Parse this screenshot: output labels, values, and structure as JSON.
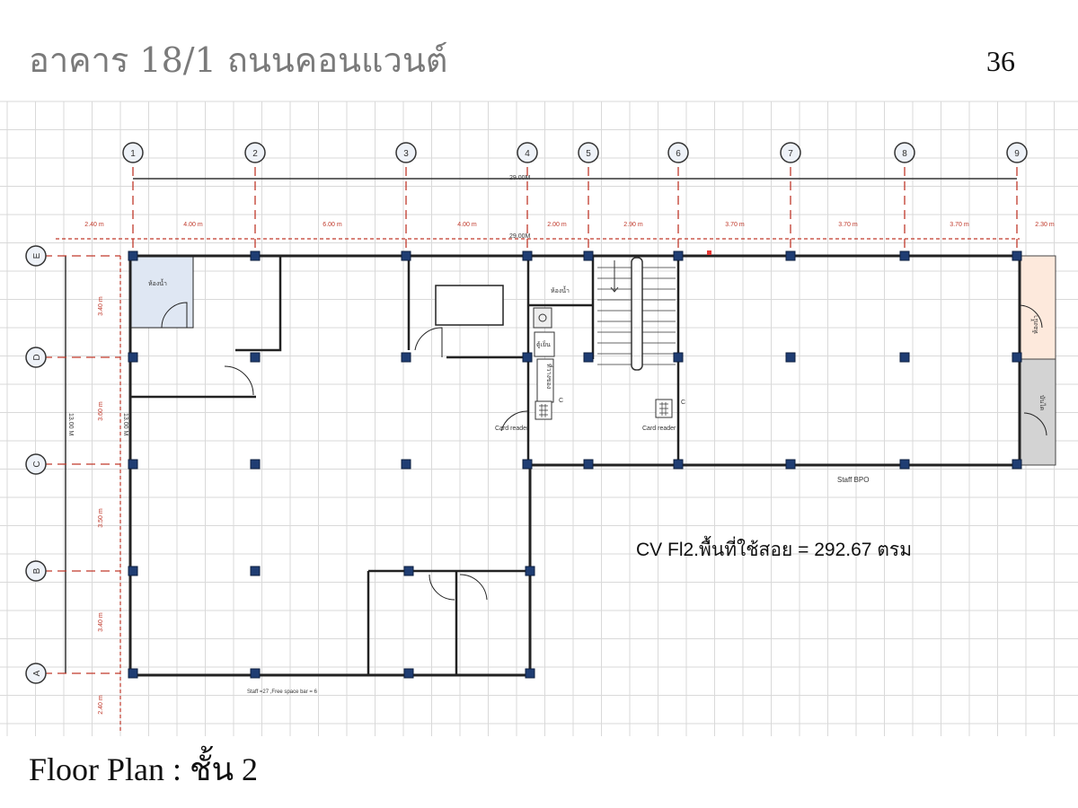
{
  "header": {
    "title": "อาคาร 18/1 ถนนคอนแวนต์",
    "page_number": "36"
  },
  "footer": {
    "caption": "Floor Plan : ชั้น 2"
  },
  "plan": {
    "columns": [
      "1",
      "2",
      "3",
      "4",
      "5",
      "6",
      "7",
      "8",
      "9"
    ],
    "rows": [
      "E",
      "D",
      "C",
      "B",
      "A"
    ],
    "overall_width": "29.00M",
    "overall_width_2": "29.00M",
    "overall_depth": "13.00 M",
    "overall_depth_2": "13.00 M",
    "x_dims": [
      "2.40 m",
      "4.00 m",
      "6.00 m",
      "4.00 m",
      "2.00 m",
      "2.90 m",
      "3.70 m",
      "3.70 m",
      "3.70 m",
      "2.30 m"
    ],
    "y_dims": [
      "3.40 m",
      "3.60 m",
      "3.50 m",
      "3.40 m",
      "2.40 m"
    ],
    "rooms": {
      "toilet_left": "ห้องน้ำ",
      "toilet_mid": "ห้องน้ำ",
      "fridge": "ตู้เย็น",
      "counter": "ที่วางของ",
      "toilet_right": "ห้องน้ำ",
      "stair_right": "บันได"
    },
    "card_reader_1": "Card reader",
    "card_reader_2": "Card reader",
    "c_mark_1": "C",
    "c_mark_2": "C",
    "staff_bpo": "Staff BPO",
    "area_label": "CV Fl2.พื้นที่ใช้สอย = 292.67 ตรม",
    "staff_note": "Staff =27 ,Free space bar = 6"
  },
  "colors": {
    "wall": "#222222",
    "column": "#1f3d73",
    "dim": "#c0392b",
    "grid": "#d9d9d9",
    "toilet": "#dfe7f3",
    "peach": "#fde9dc",
    "grey": "#d3d3d3"
  }
}
